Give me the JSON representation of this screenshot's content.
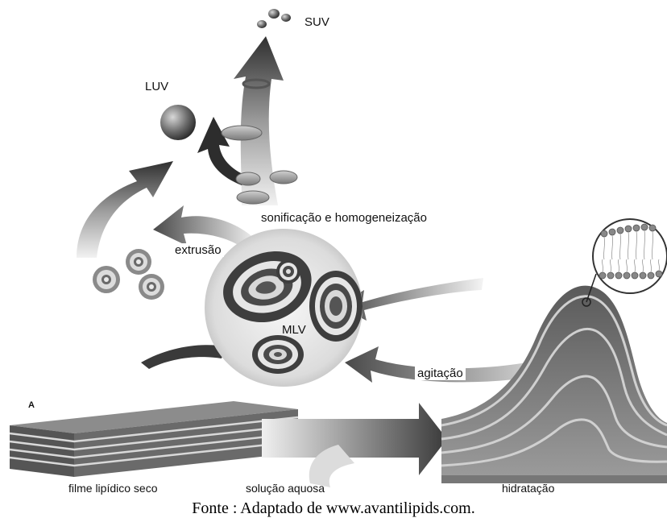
{
  "labels": {
    "panel": "A",
    "suv": "SUV",
    "luv": "LUV",
    "sonication": "sonificação e homogeneização",
    "extrusion": "extrusão",
    "mlv": "MLV",
    "agitation": "agitação",
    "dry_film": "filme lipídico seco",
    "aqueous": "solução aquosa",
    "hydration": "hidratação"
  },
  "caption": "Fonte : Adaptado de www.avantilipids.com."
}
